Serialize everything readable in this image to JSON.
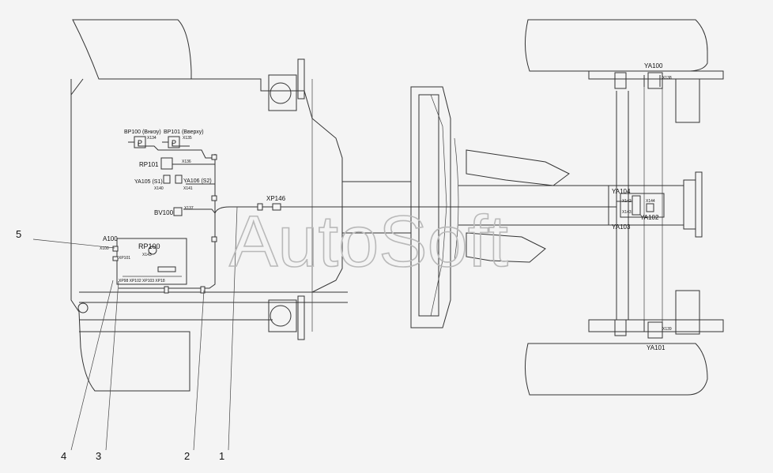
{
  "labels": {
    "bp100": "ВР100 (Внизу)",
    "bp101": "ВР101 (Вверху)",
    "x134": "Х134",
    "x135": "Х135",
    "rp101": "RP101",
    "x136": "Х136",
    "ya105": "YA105 (S1)",
    "ya106": "YA106 (S2)",
    "x140": "Х140",
    "x141": "Х141",
    "bv100": "BV100",
    "x137": "Х137",
    "xp146": "ХР146",
    "a100": "А100",
    "x100": "Х100",
    "rp100": "RP100",
    "x143": "Х143",
    "xp101": "ХР101",
    "xp_row": "ХР98 ХР102 ХР103 ХР18",
    "ya100": "YA100",
    "ya101": "YA101",
    "ya102": "YA102",
    "ya103": "YA103",
    "ya104": "YA104",
    "x142": "Х142",
    "x143b": "Х143",
    "x144": "Х144",
    "x138": "Х138",
    "x139": "Х139"
  },
  "callouts": [
    "5",
    "4",
    "3",
    "2",
    "1"
  ],
  "watermark": "AutoSoft",
  "p_symbol": "P"
}
